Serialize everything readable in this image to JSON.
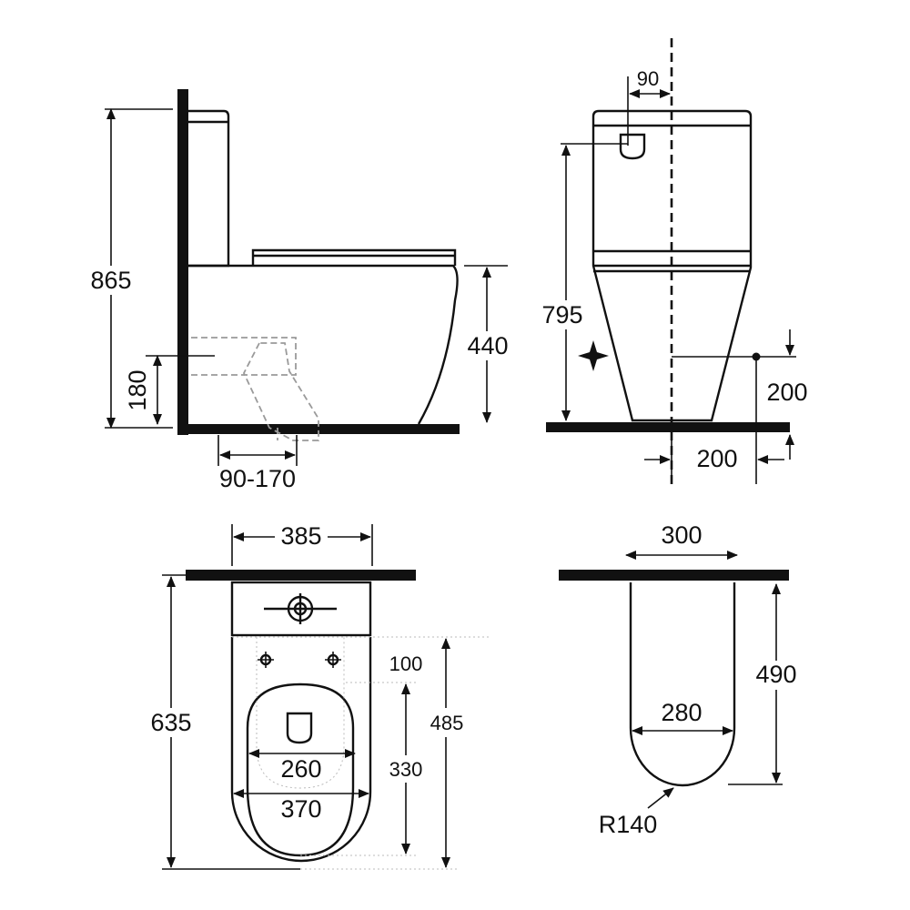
{
  "side_view": {
    "total_height": "865",
    "seat_height": "440",
    "outlet_height": "180",
    "outlet_offset": "90-170"
  },
  "front_view": {
    "inlet_offset": "90",
    "inlet_height": "795",
    "outlet_lateral": "200",
    "outlet_height": "200"
  },
  "top_view": {
    "cistern_width": "385",
    "total_depth": "635",
    "fixing_distance": "100",
    "outlet_depth": "485",
    "seat_depth": "330",
    "inner_width": "260",
    "outer_width": "370"
  },
  "footprint_view": {
    "top_width": "300",
    "depth": "490",
    "base_width": "280",
    "radius": "R140"
  }
}
